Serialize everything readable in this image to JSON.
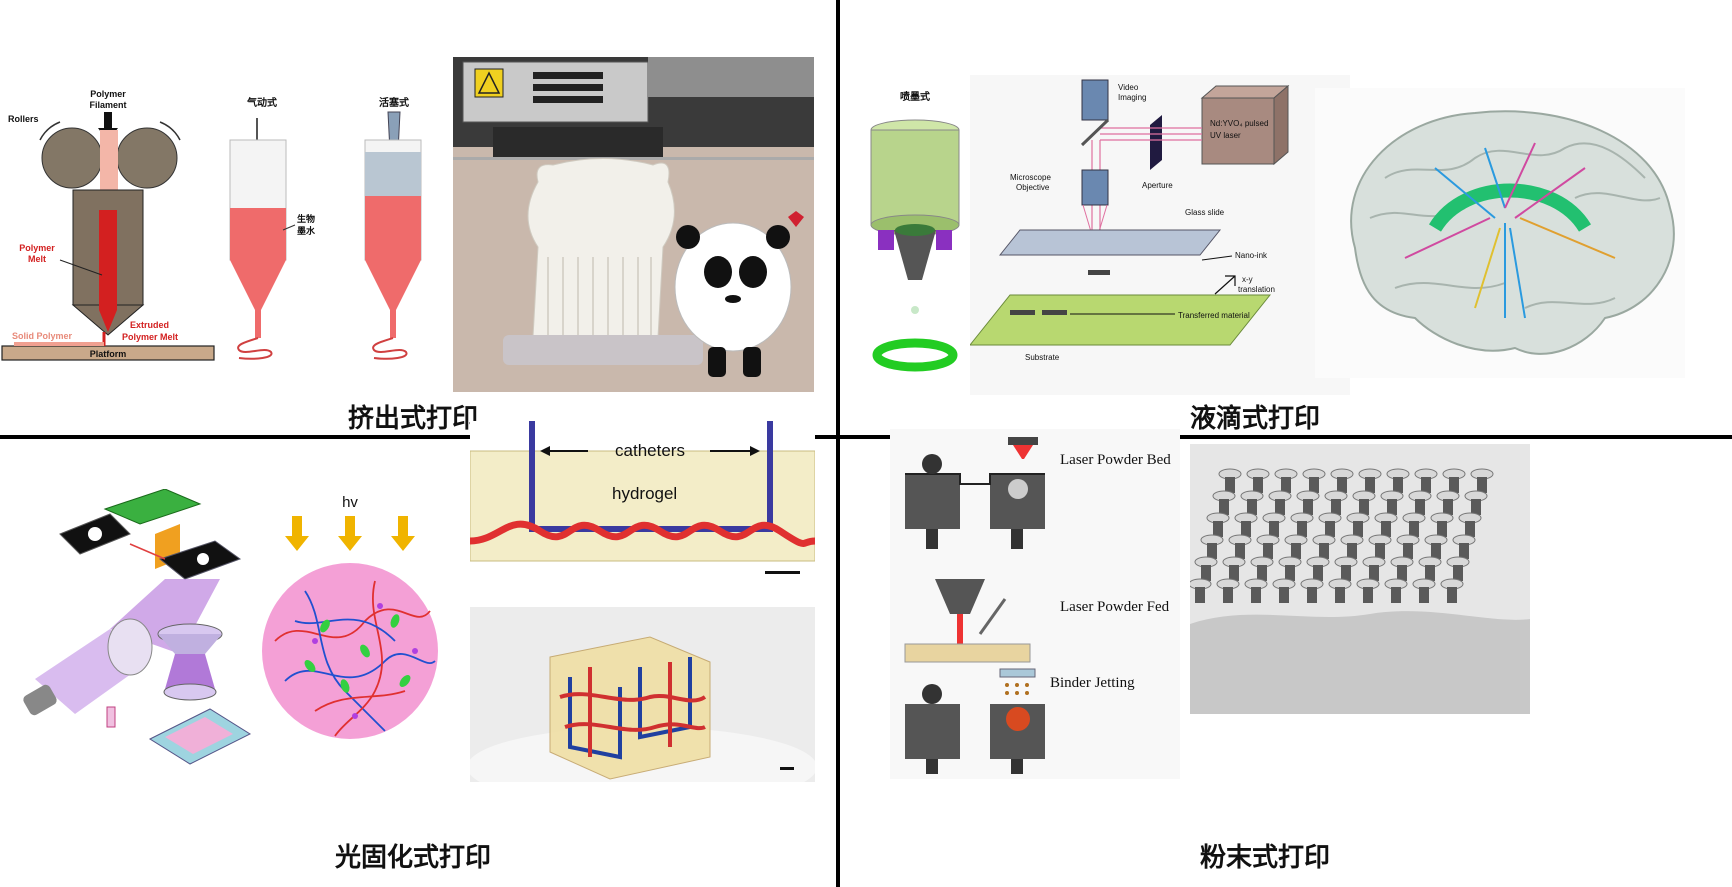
{
  "quadrants": {
    "extrusion": {
      "title": "挤出式打印",
      "labels": {
        "rollers": "Rollers",
        "filament_1": "Polymer",
        "filament_2": "Filament",
        "melt_1": "Polymer",
        "melt_2": "Melt",
        "solid": "Solid Polymer",
        "extruded_1": "Extruded",
        "extruded_2": "Polymer  Melt",
        "platform": "Platform",
        "pneumatic": "气动式",
        "bioink_1": "生物",
        "bioink_2": "墨水",
        "piston": "活塞式"
      }
    },
    "droplet": {
      "title": "液滴式打印",
      "labels": {
        "inkjet": "喷墨式",
        "video_1": "Video",
        "video_2": "Imaging",
        "laser_1": "Nd:YVO₄ pulsed",
        "laser_2": "UV laser",
        "aperture": "Aperture",
        "microscope_1": "Microscope",
        "microscope_2": "Objective",
        "glass": "Glass slide",
        "nanoink": "Nano-ink",
        "xy_1": "x-y",
        "xy_2": "translation",
        "transferred": "Transferred material",
        "substrate": "Substrate"
      }
    },
    "photocuring": {
      "title": "光固化式打印",
      "labels": {
        "hv": "hv",
        "catheters": "catheters",
        "hydrogel": "hydrogel"
      }
    },
    "powder": {
      "title": "粉末式打印",
      "labels": {
        "lpb": "Laser Powder Bed",
        "lpf": "Laser Powder Fed",
        "bj": "Binder Jetting"
      }
    }
  },
  "colors": {
    "divider": "#000000",
    "polymer_red": "#d32020",
    "bioink_pink": "#ef6b6b",
    "photo_purple": "#b566d6",
    "laser_red": "#e02020",
    "hv_arrow": "#f0b400"
  }
}
